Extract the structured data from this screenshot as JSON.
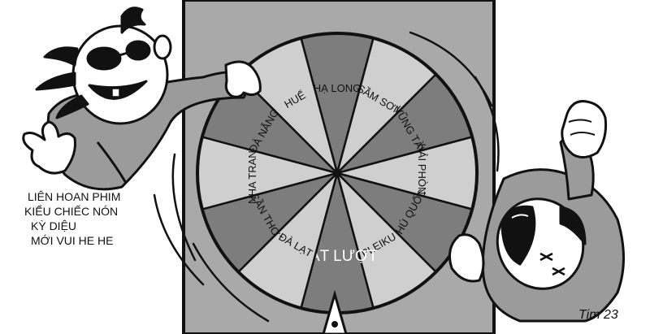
{
  "caption": {
    "lines": [
      "LIÊN HOAN PHIM",
      "KIỂU CHIẾC NÓN",
      "KỲ DIỆU",
      "MỚI VUI HE HE"
    ]
  },
  "wheel": {
    "segments": [
      {
        "label": "HẠ LONG"
      },
      {
        "label": "SẦM SƠN"
      },
      {
        "label": "VŨNG TÀU"
      },
      {
        "label": "HẢI PHÒNG"
      },
      {
        "label": "PHÚ QUỐC"
      },
      {
        "label": "PLEIKU"
      },
      {
        "label": "MẤT LƯỢT"
      },
      {
        "label": "ĐÀ LẠT"
      },
      {
        "label": "CẦN THƠ"
      },
      {
        "label": "NHA TRANG"
      },
      {
        "label": "ĐÀ NẴNG"
      },
      {
        "label": "HUẾ"
      }
    ]
  },
  "signature": "Tim 23",
  "colors": {
    "panel": "#a9a9a9",
    "dark": "#7d7d7d",
    "light": "#cfcfcf",
    "ink": "#111111",
    "skin": "#ffffff",
    "shirt": "#9b9b9b"
  }
}
